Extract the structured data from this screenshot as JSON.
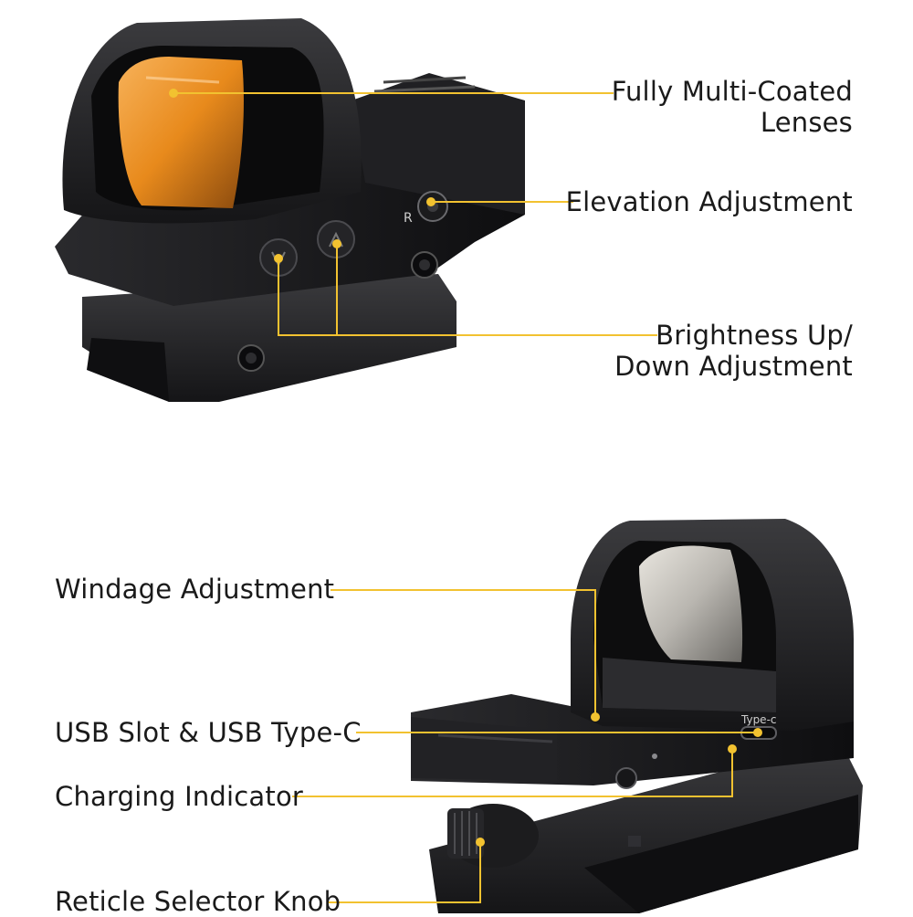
{
  "callouts": {
    "lenses": {
      "line1": "Fully Multi-Coated",
      "line2": "Lenses"
    },
    "elevation": {
      "text": "Elevation Adjustment"
    },
    "brightness": {
      "line1": "Brightness Up/",
      "line2": "Down Adjustment"
    },
    "windage": {
      "text": "Windage Adjustment"
    },
    "usb": {
      "text": "USB Slot & USB Type-C"
    },
    "charging": {
      "text": "Charging Indicator"
    },
    "reticle": {
      "text": "Reticle Selector Knob"
    }
  },
  "product_marks": {
    "reticle_letter": "R",
    "port_label": "Type-c"
  },
  "colors": {
    "leader_line": "#f2c230",
    "body": "#1c1c1e",
    "body_highlight": "#3a3a3d",
    "lens_amber": "#e88a1c",
    "text": "#1a1a1a"
  }
}
